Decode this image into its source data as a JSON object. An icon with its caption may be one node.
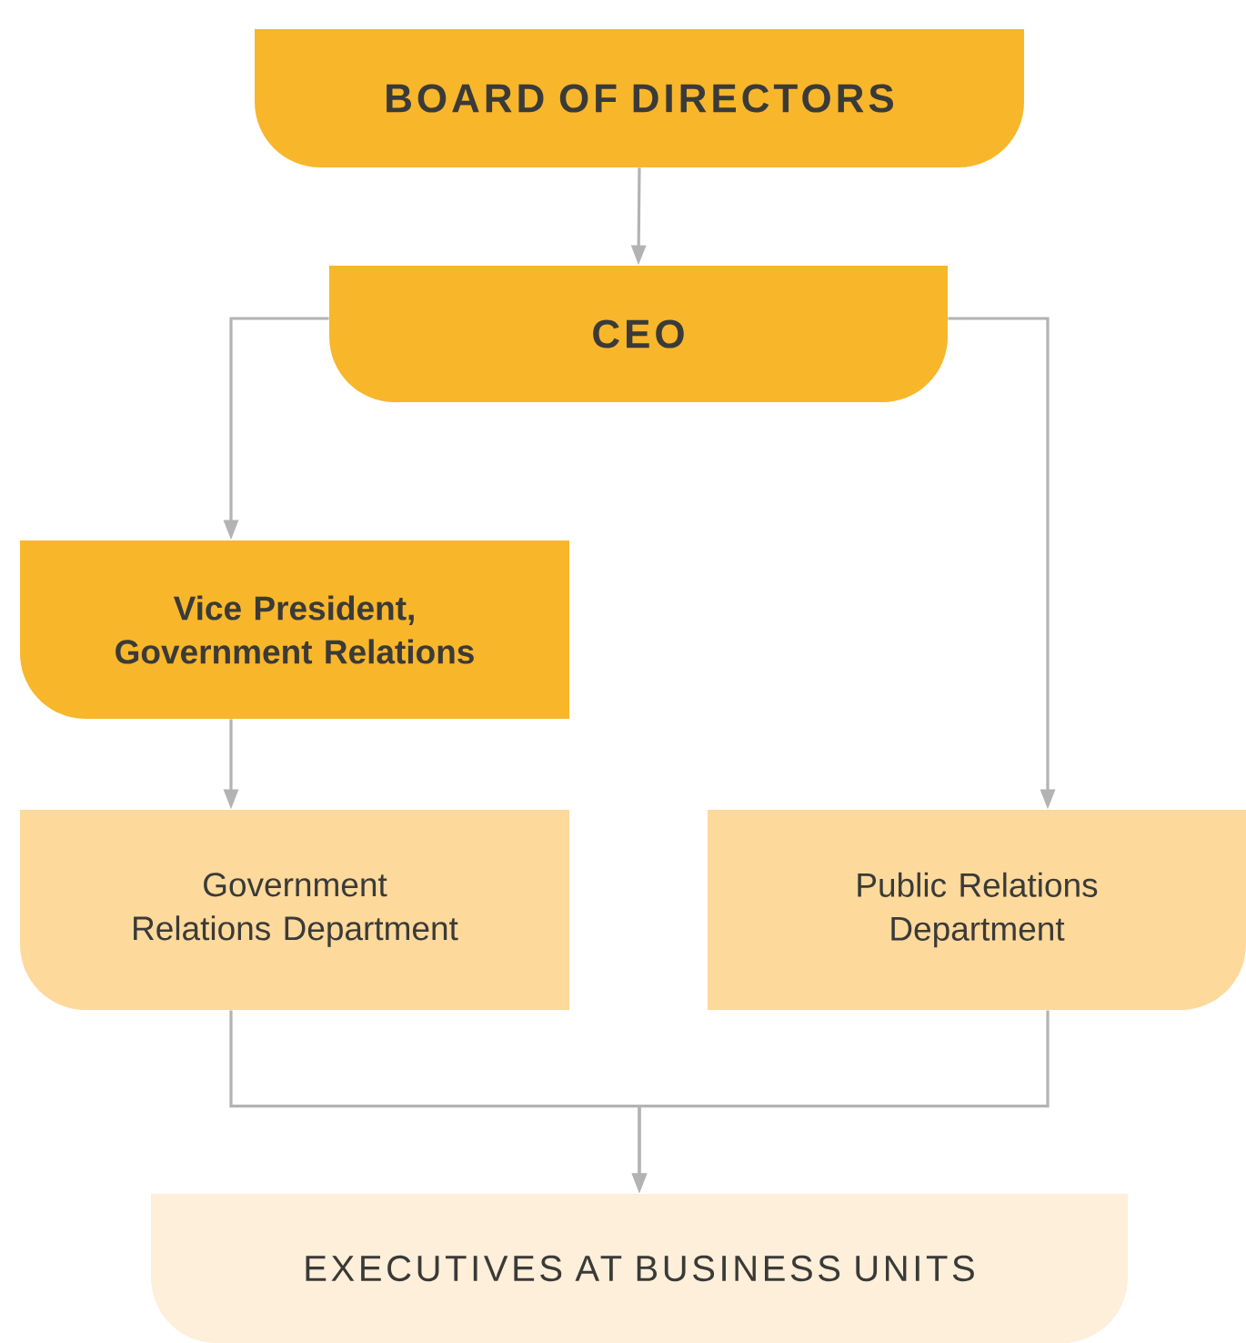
{
  "diagram": {
    "nodes": [
      {
        "text": [
          "BOARD OF DIRECTORS"
        ]
      },
      {
        "text": [
          "CEO"
        ]
      },
      {
        "text": [
          "Vice President, Government Relations"
        ]
      },
      {
        "text": [
          "Government Relations Department"
        ]
      },
      {
        "text": [
          "Public Relations Department"
        ]
      },
      {
        "text": [
          "EXECUTIVES AT BUSINESS UNITS"
        ]
      }
    ],
    "edges": [
      {
        "from": 0,
        "to": 1,
        "arrow": "to"
      },
      {
        "from": 1,
        "to": 2,
        "arrow": "to"
      },
      {
        "from": 1,
        "to": 4,
        "arrow": "to"
      },
      {
        "from": 2,
        "to": 3,
        "arrow": "to"
      },
      {
        "from": 3,
        "to": 5,
        "arrow": "to"
      },
      {
        "from": 4,
        "to": 5,
        "arrow": "to"
      }
    ]
  }
}
